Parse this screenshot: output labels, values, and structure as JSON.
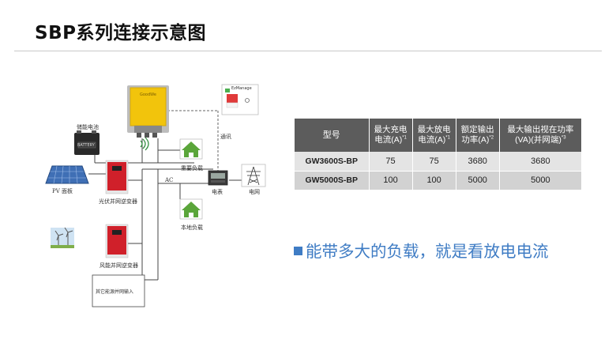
{
  "slide": {
    "title": "SBP系列连接示意图"
  },
  "diagram": {
    "labels": {
      "battery": "储能电池",
      "battery_text": "BATTERY",
      "sbp_brand": "GoodWe",
      "ezmanage": "EzManage",
      "comm": "通讯",
      "critical_load": "重要负载",
      "pv_panel": "PV 面板",
      "pv_inverter": "光伏并网逆变器",
      "ac": "AC",
      "meter": "电表",
      "grid": "电网",
      "local_load": "本地负载",
      "wind_inverter": "风能并网逆变器",
      "other_input": "其它能源并网输入"
    }
  },
  "table": {
    "headers": [
      {
        "line1": "型号",
        "line2": "",
        "sup": ""
      },
      {
        "line1": "最大充电",
        "line2": "电流(A)",
        "sup": "*1"
      },
      {
        "line1": "最大放电",
        "line2": "电流(A)",
        "sup": "*1"
      },
      {
        "line1": "额定输出",
        "line2": "功率(A)",
        "sup": "*2"
      },
      {
        "line1": "最大输出视在功率",
        "line2": "(VA)(并网端)",
        "sup": "*3"
      }
    ],
    "rows": [
      {
        "model": "GW3600S-BP",
        "max_charge": "75",
        "max_discharge": "75",
        "rated_output": "3680",
        "max_apparent": "3680"
      },
      {
        "model": "GW5000S-BP",
        "max_charge": "100",
        "max_discharge": "100",
        "rated_output": "5000",
        "max_apparent": "5000"
      }
    ]
  },
  "note": {
    "text": "能带多大的负载，就是看放电电流"
  },
  "colors": {
    "accent_blue": "#3f7cc4",
    "sbp_yellow": "#f2c40c",
    "inverter_red": "#d0202a",
    "house_green": "#5aa53a",
    "table_header": "#5c5c5c"
  }
}
